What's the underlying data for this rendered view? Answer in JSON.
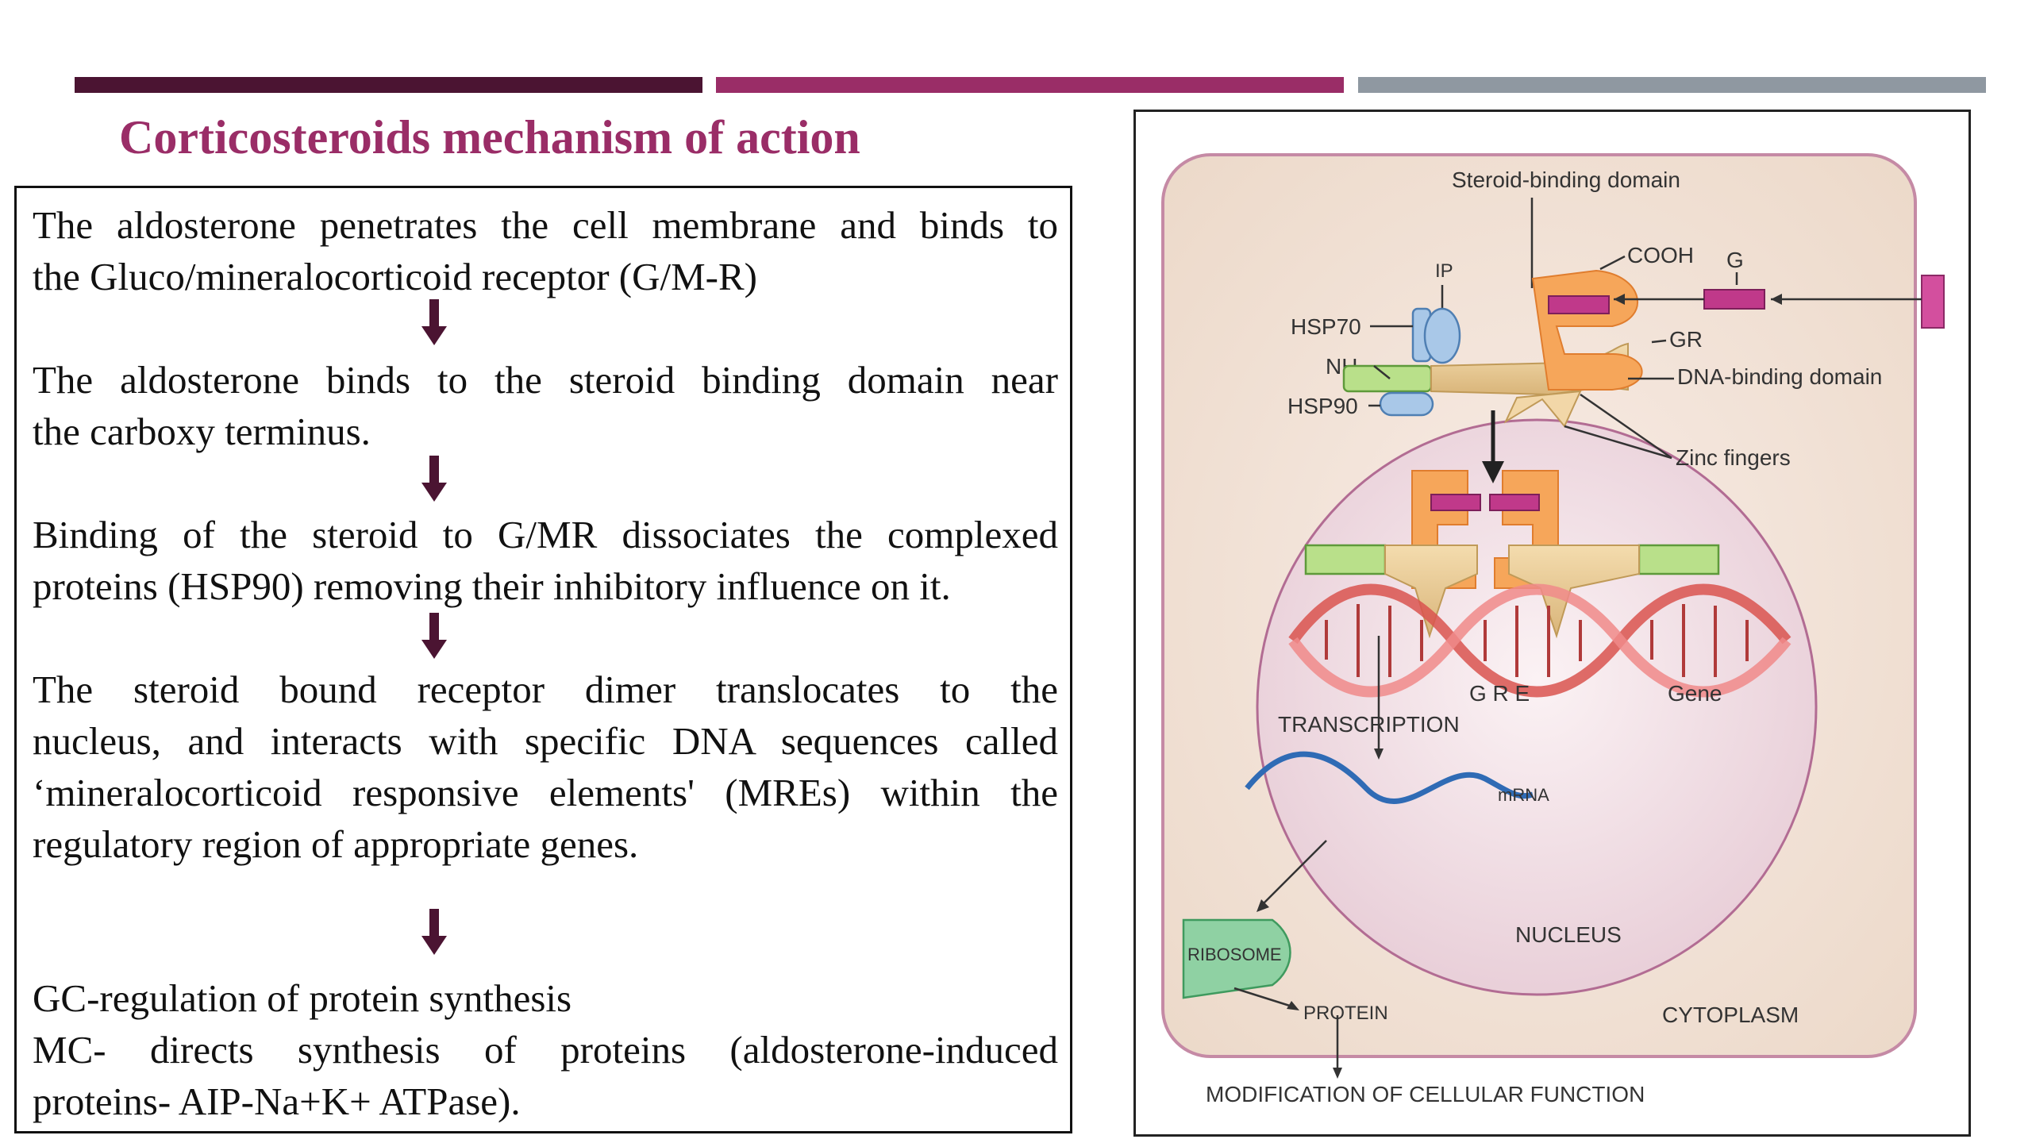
{
  "slide": {
    "title": "Corticosteroids mechanism of action",
    "accent_colors": [
      "#4b1432",
      "#9a2d67",
      "#8f98a1"
    ]
  },
  "steps": [
    {
      "lines": [
        "The aldosterone penetrates the cell membrane and binds to",
        "the Gluco/mineralocorticoid receptor (G/M-R)"
      ]
    },
    {
      "lines": [
        "The aldosterone binds to the steroid binding domain near",
        "the carboxy terminus."
      ]
    },
    {
      "lines": [
        "Binding of the steroid to G/MR dissociates the complexed",
        "proteins (HSP90) removing their inhibitory influence on it."
      ]
    },
    {
      "lines": [
        "The steroid bound receptor dimer translocates to the",
        "nucleus, and interacts with specific DNA sequences called",
        "‘mineralocorticoid responsive elements' (MREs) within the",
        "regulatory region of appropriate genes."
      ]
    },
    {
      "lines": [
        "GC-regulation of protein synthesis",
        "MC- directs synthesis of proteins (aldosterone-induced",
        "proteins- AIP-Na+K+ ATPase)."
      ]
    }
  ],
  "arrow_icon": "down-arrow-icon",
  "diagram": {
    "labels": {
      "steroid_binding_domain": "Steroid-binding domain",
      "cooh": "COOH",
      "g": "G",
      "ip": "IP",
      "hsp70": "HSP70",
      "nh2": "NH",
      "nh2_sub": "2",
      "hsp90": "HSP90",
      "gr": "GR",
      "dna_binding_domain": "DNA-binding domain",
      "zinc_fingers": "Zinc fingers",
      "gre": "G R E",
      "gene": "Gene",
      "transcription": "TRANSCRIPTION",
      "mrna": "mRNA",
      "nucleus": "NUCLEUS",
      "ribosome": "RIBOSOME",
      "protein": "PROTEIN",
      "cytoplasm": "CYTOPLASM",
      "modification": "MODIFICATION OF CELLULAR FUNCTION"
    }
  }
}
